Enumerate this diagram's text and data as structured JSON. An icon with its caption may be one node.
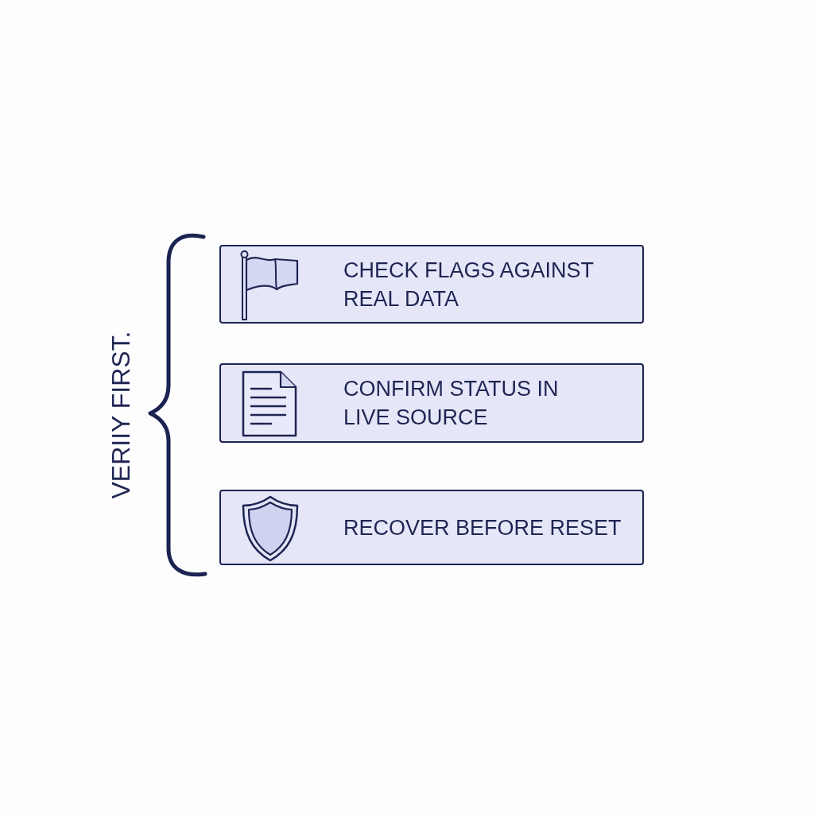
{
  "diagram": {
    "nodes": [
      {
        "text": [
          "CHECK FLAGS AGAINST REAL DATA"
        ]
      },
      {
        "text": [
          "CONFIRM STATUS IN LIVE SOURCE"
        ]
      },
      {
        "text": [
          "RECOVER BEFORE RESET"
        ]
      }
    ],
    "labels": [
      "VERIIY FIRST."
    ]
  }
}
